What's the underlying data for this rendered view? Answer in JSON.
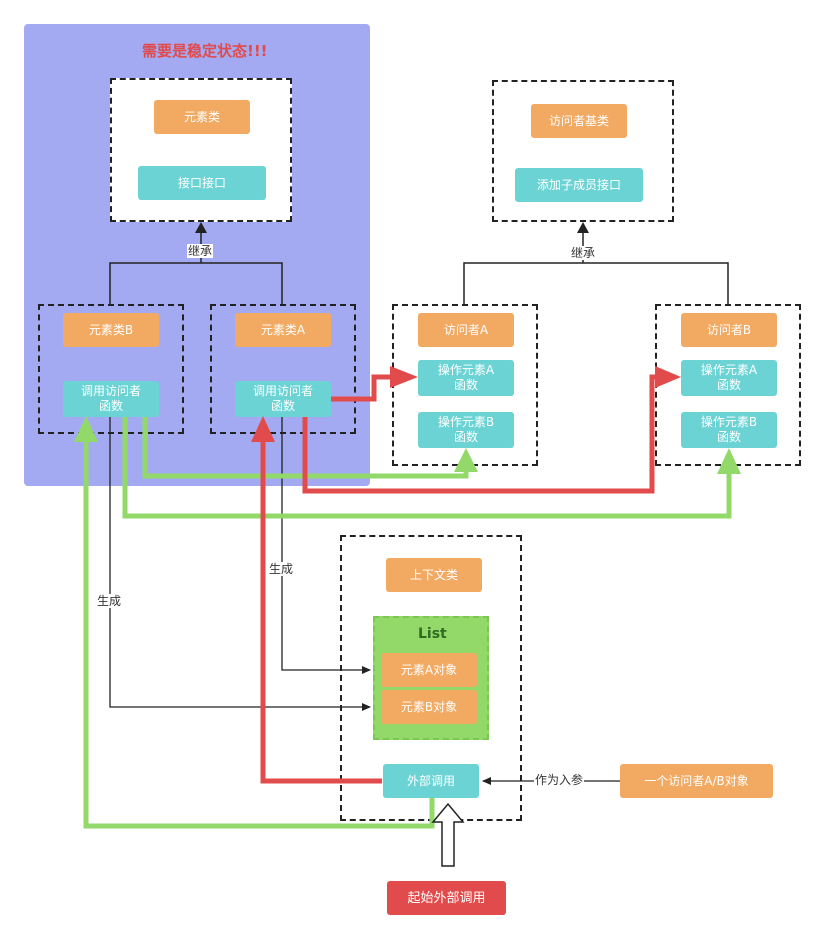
{
  "diagram": {
    "stable_note": "需要是稳定状态!!!",
    "element_base": {
      "title": "元素类",
      "method": "接口接口"
    },
    "visitor_base": {
      "title": "访问者基类",
      "method": "添加子成员接口"
    },
    "inherit_left": "继承",
    "inherit_right": "继承",
    "element_b": {
      "title": "元素类B",
      "method": "调用访问者\n函数"
    },
    "element_a": {
      "title": "元素类A",
      "method": "调用访问者\n函数"
    },
    "visitor_a": {
      "title": "访问者A",
      "op_a": "操作元素A\n函数",
      "op_b": "操作元素B\n函数"
    },
    "visitor_b": {
      "title": "访问者B",
      "op_a": "操作元素A\n函数",
      "op_b": "操作元素B\n函数"
    },
    "context": {
      "title": "上下文类",
      "list_title": "List",
      "item_a": "元素A对象",
      "item_b": "元素B对象",
      "external_call": "外部调用"
    },
    "generate_left": "生成",
    "generate_right": "生成",
    "as_param": "作为入参",
    "visitor_object": "一个访问者A/B对象",
    "start_call": "起始外部调用"
  },
  "colors": {
    "region": "#a3aaf2",
    "orange": "#f2aa63",
    "cyan": "#6cd3d5",
    "red": "#e14b4b",
    "green": "#93d96a",
    "line": "#222222"
  }
}
